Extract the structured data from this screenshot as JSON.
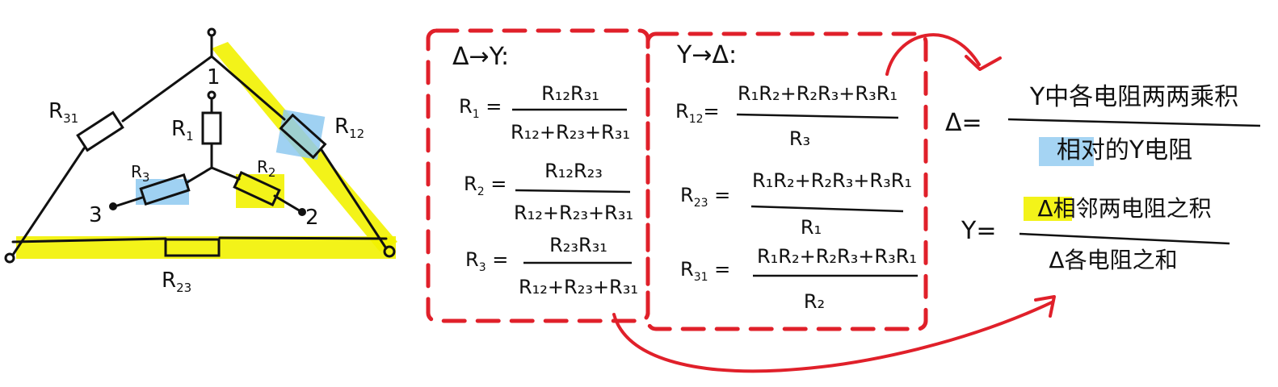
{
  "circuit": {
    "outer_labels": [
      {
        "base": "R",
        "sub": "31"
      },
      {
        "base": "R",
        "sub": "12"
      },
      {
        "base": "R",
        "sub": "23"
      }
    ],
    "inner_labels": [
      {
        "base": "R",
        "sub": "1"
      },
      {
        "base": "R",
        "sub": "2"
      },
      {
        "base": "R",
        "sub": "3"
      }
    ],
    "nodes": [
      "1",
      "2",
      "3"
    ]
  },
  "delta_to_y": {
    "header": "Δ→Y:",
    "formulas": [
      {
        "lhs_base": "R",
        "lhs_sub": "1",
        "num": "R₁₂R₃₁",
        "den": "R₁₂+R₂₃+R₃₁"
      },
      {
        "lhs_base": "R",
        "lhs_sub": "2",
        "num": "R₁₂R₂₃",
        "den": "R₁₂+R₂₃+R₃₁"
      },
      {
        "lhs_base": "R",
        "lhs_sub": "3",
        "num": "R₂₃R₃₁",
        "den": "R₁₂+R₂₃+R₃₁"
      }
    ]
  },
  "y_to_delta": {
    "header": "Y→Δ:",
    "formulas": [
      {
        "lhs_base": "R",
        "lhs_sub": "12",
        "num": "R₁R₂+R₂R₃+R₃R₁",
        "den": "R₃"
      },
      {
        "lhs_base": "R",
        "lhs_sub": "23",
        "num": "R₁R₂+R₂R₃+R₃R₁",
        "den": "R₁"
      },
      {
        "lhs_base": "R",
        "lhs_sub": "31",
        "num": "R₁R₂+R₂R₃+R₃R₁",
        "den": "R₂"
      }
    ]
  },
  "rules": {
    "delta_rule": {
      "lhs": "Δ=",
      "num": "Y中各电阻两两乘积",
      "den": "相对的Y电阻"
    },
    "y_rule": {
      "lhs": "Y=",
      "num": "Δ相邻两电阻之积",
      "den": "Δ各电阻之和"
    }
  },
  "colors": {
    "ink": "#111111",
    "dash_box": "#e0202a",
    "highlight_yellow": "#f2f200",
    "highlight_blue": "#8ec9f0"
  }
}
